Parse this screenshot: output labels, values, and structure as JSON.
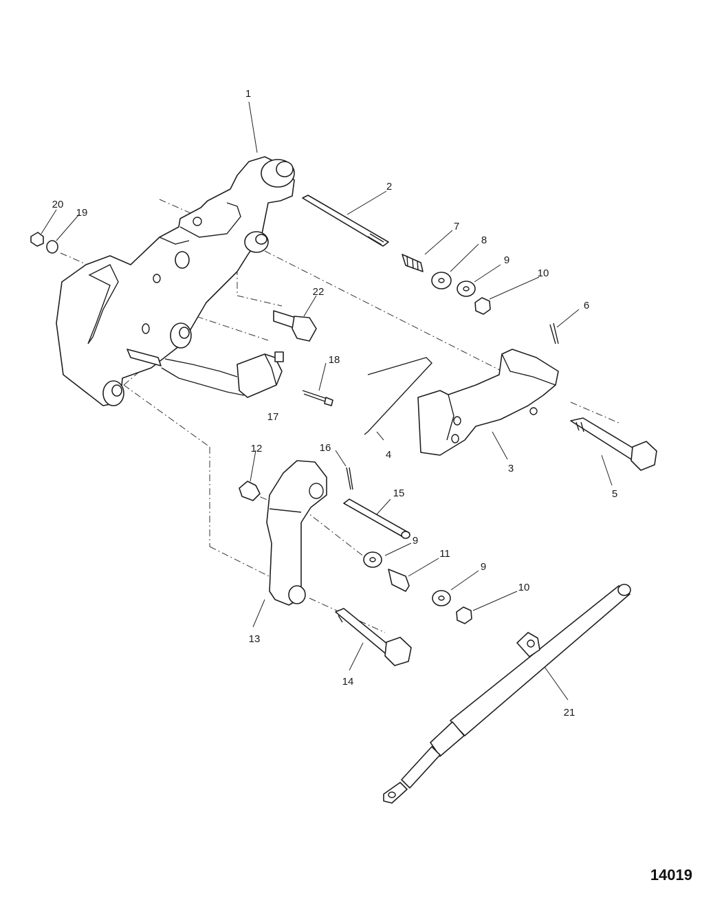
{
  "figure_number": "14019",
  "callouts": {
    "c1": "1",
    "c2": "2",
    "c3": "3",
    "c4": "4",
    "c5": "5",
    "c6": "6",
    "c7": "7",
    "c8": "8",
    "c9a": "9",
    "c10a": "10",
    "c9b": "9",
    "c11": "11",
    "c9c": "9",
    "c10b": "10",
    "c12": "12",
    "c13": "13",
    "c14": "14",
    "c15": "15",
    "c16": "16",
    "c17": "17",
    "c18": "18",
    "c19": "19",
    "c20": "20",
    "c21": "21",
    "c22": "22"
  }
}
